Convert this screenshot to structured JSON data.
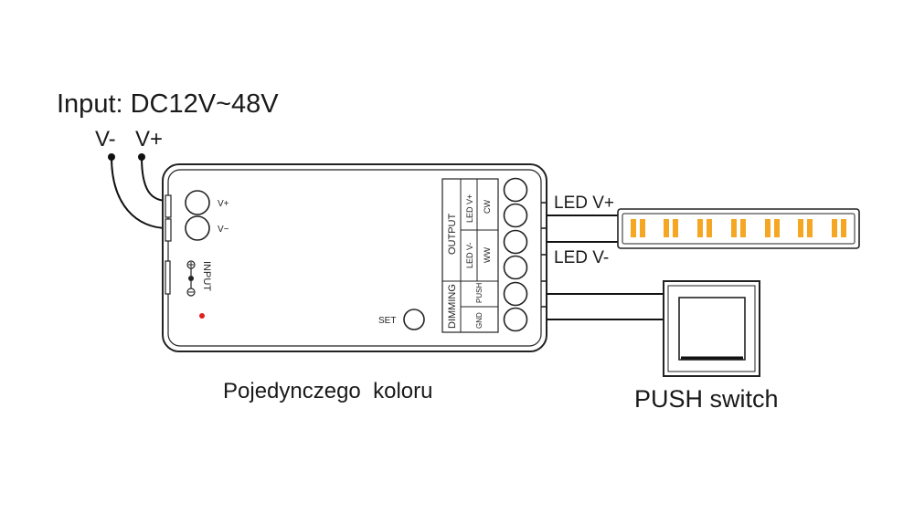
{
  "input": {
    "title": "Input: DC12V~48V",
    "v_minus": "V-",
    "v_plus": "V+"
  },
  "controller": {
    "caption": "Pojedynczego  koloru",
    "input_vplus": "V+",
    "input_vminus": "V−",
    "input_port_label": "INPUT",
    "set_label": "SET",
    "output_group": "OUTPUT",
    "dimming_group": "DIMMING",
    "terminals": {
      "led_vplus": "LED V+",
      "cw": "CW",
      "led_vminus": "LED V-",
      "ww": "WW",
      "push": "PUSH",
      "gnd": "GND"
    },
    "indicator_color": "#e02020"
  },
  "strip": {
    "led_vplus_label": "LED V+",
    "led_vminus_label": "LED V-",
    "led_color": "#f5a623"
  },
  "push_switch": {
    "label": "PUSH switch"
  }
}
